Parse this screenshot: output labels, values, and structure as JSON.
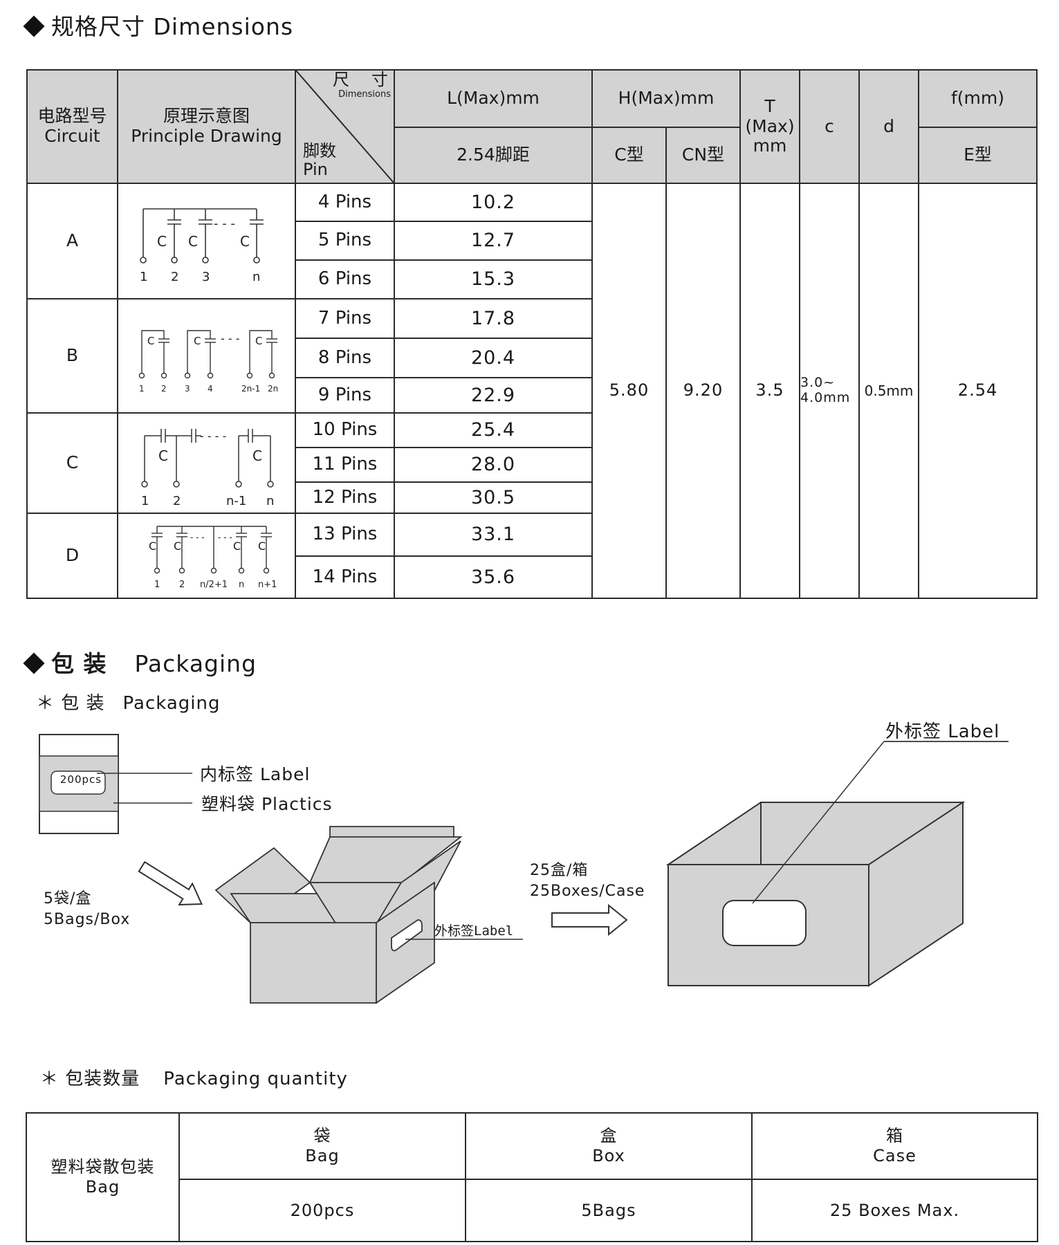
{
  "dimensions": {
    "heading": "规格尺寸 Dimensions",
    "header": {
      "circuit_cn": "电路型号",
      "circuit_en": "Circuit",
      "drawing_cn": "原理示意图",
      "drawing_en": "Principle Drawing",
      "size_cn": "尺　寸",
      "size_en": "Dimensions",
      "pin_cn": "脚数",
      "pin_en": "Pin",
      "l_max": "L(Max)mm",
      "pitch": "2.54脚距",
      "h_max": "H(Max)mm",
      "c_type": "C型",
      "cn_type": "CN型",
      "t_1": "T",
      "t_2": "(Max)",
      "t_3": "mm",
      "c": "c",
      "d": "d",
      "f": "f(mm)",
      "e_type": "E型"
    },
    "circuits": [
      "A",
      "B",
      "C",
      "D"
    ],
    "rows": [
      {
        "pins": "4 Pins",
        "length": "10.2"
      },
      {
        "pins": "5 Pins",
        "length": "12.7"
      },
      {
        "pins": "6 Pins",
        "length": "15.3"
      },
      {
        "pins": "7 Pins",
        "length": "17.8"
      },
      {
        "pins": "8 Pins",
        "length": "20.4"
      },
      {
        "pins": "9 Pins",
        "length": "22.9"
      },
      {
        "pins": "10 Pins",
        "length": "25.4"
      },
      {
        "pins": "11 Pins",
        "length": "28.0"
      },
      {
        "pins": "12 Pins",
        "length": "30.5"
      },
      {
        "pins": "13 Pins",
        "length": "33.1"
      },
      {
        "pins": "14 Pins",
        "length": "35.6"
      }
    ],
    "common": {
      "h_c": "5.80",
      "h_cn": "9.20",
      "t": "3.5",
      "c_1": "3.0~",
      "c_2": "4.0mm",
      "d": "0.5mm",
      "f": "2.54"
    },
    "drawings": {
      "a": {
        "cap": "C",
        "dash": "- - -",
        "pins": [
          "1",
          "2",
          "3",
          "n"
        ]
      },
      "b": {
        "cap": "C",
        "dash": "- - -",
        "pins": [
          "1",
          "2",
          "3",
          "4",
          "2n-1",
          "2n"
        ]
      },
      "c": {
        "cap": "C",
        "dash": "- - - -",
        "pins": [
          "1",
          "2",
          "n-1",
          "n"
        ]
      },
      "d": {
        "cap": "C",
        "dash": "- - -",
        "pins": [
          "1",
          "2",
          "n/2+1",
          "n",
          "n+1"
        ]
      }
    }
  },
  "packaging": {
    "heading_cn": "包 装",
    "heading_en": "Packaging",
    "sub_cn": "＊ 包 装",
    "sub_en": "Packaging",
    "bag_count": "200pcs",
    "inner_label": "内标签 Label",
    "plastic_bag": "塑料袋 Plactics",
    "bags_per_box_cn": "5袋/盒",
    "bags_per_box_en": "5Bags/Box",
    "box_label": "外标签Label",
    "boxes_per_case_cn": "25盒/箱",
    "boxes_per_case_en": "25Boxes/Case",
    "case_label": "外标签 Label",
    "colors": {
      "box_fill": "#d3d3d3",
      "header_fill": "#d3d3d3",
      "line": "#2a2a2a"
    }
  },
  "quantity": {
    "heading_cn": "＊ 包装数量",
    "heading_en": "Packaging quantity",
    "row_label_cn": "塑料袋散包装",
    "row_label_en": "Bag",
    "columns": [
      {
        "cn": "袋",
        "en": "Bag",
        "value": "200pcs"
      },
      {
        "cn": "盒",
        "en": "Box",
        "value": "5Bags"
      },
      {
        "cn": "箱",
        "en": "Case",
        "value": "25 Boxes Max."
      }
    ]
  }
}
